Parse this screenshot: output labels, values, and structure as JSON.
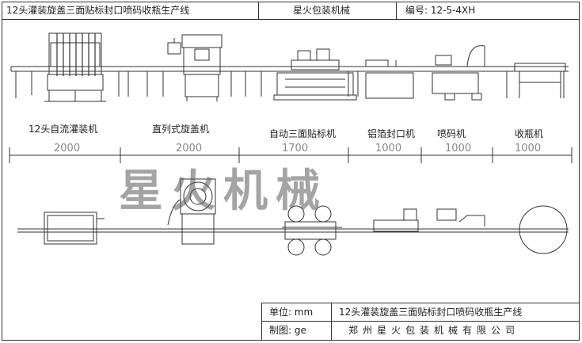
{
  "header": {
    "title": "12头灌装旋盖三面贴标封口喷码收瓶生产线",
    "company": "星火包装机械",
    "code": "编号: 12-5-4XH"
  },
  "machines": [
    {
      "name": "12头自流灌装机",
      "width": "2000"
    },
    {
      "name": "直列式旋盖机",
      "width": "2000"
    },
    {
      "name": "自动三面贴标机",
      "width": "1700"
    },
    {
      "name": "铝箔封口机",
      "width": "1000"
    },
    {
      "name": "喷码机",
      "width": "1000"
    },
    {
      "name": "收瓶机",
      "width": "1000"
    }
  ],
  "watermark": "星火机械",
  "title_block": {
    "unit_label": "单位: mm",
    "drawn_label": "制图: ge",
    "line_name": "12头灌装旋盖三面贴标封口喷码收瓶生产线",
    "company_full": "郑州星火包装机械有限公司"
  },
  "colors": {
    "line": "#333333",
    "dim_text": "#888888",
    "watermark": "#5a5a5a"
  }
}
